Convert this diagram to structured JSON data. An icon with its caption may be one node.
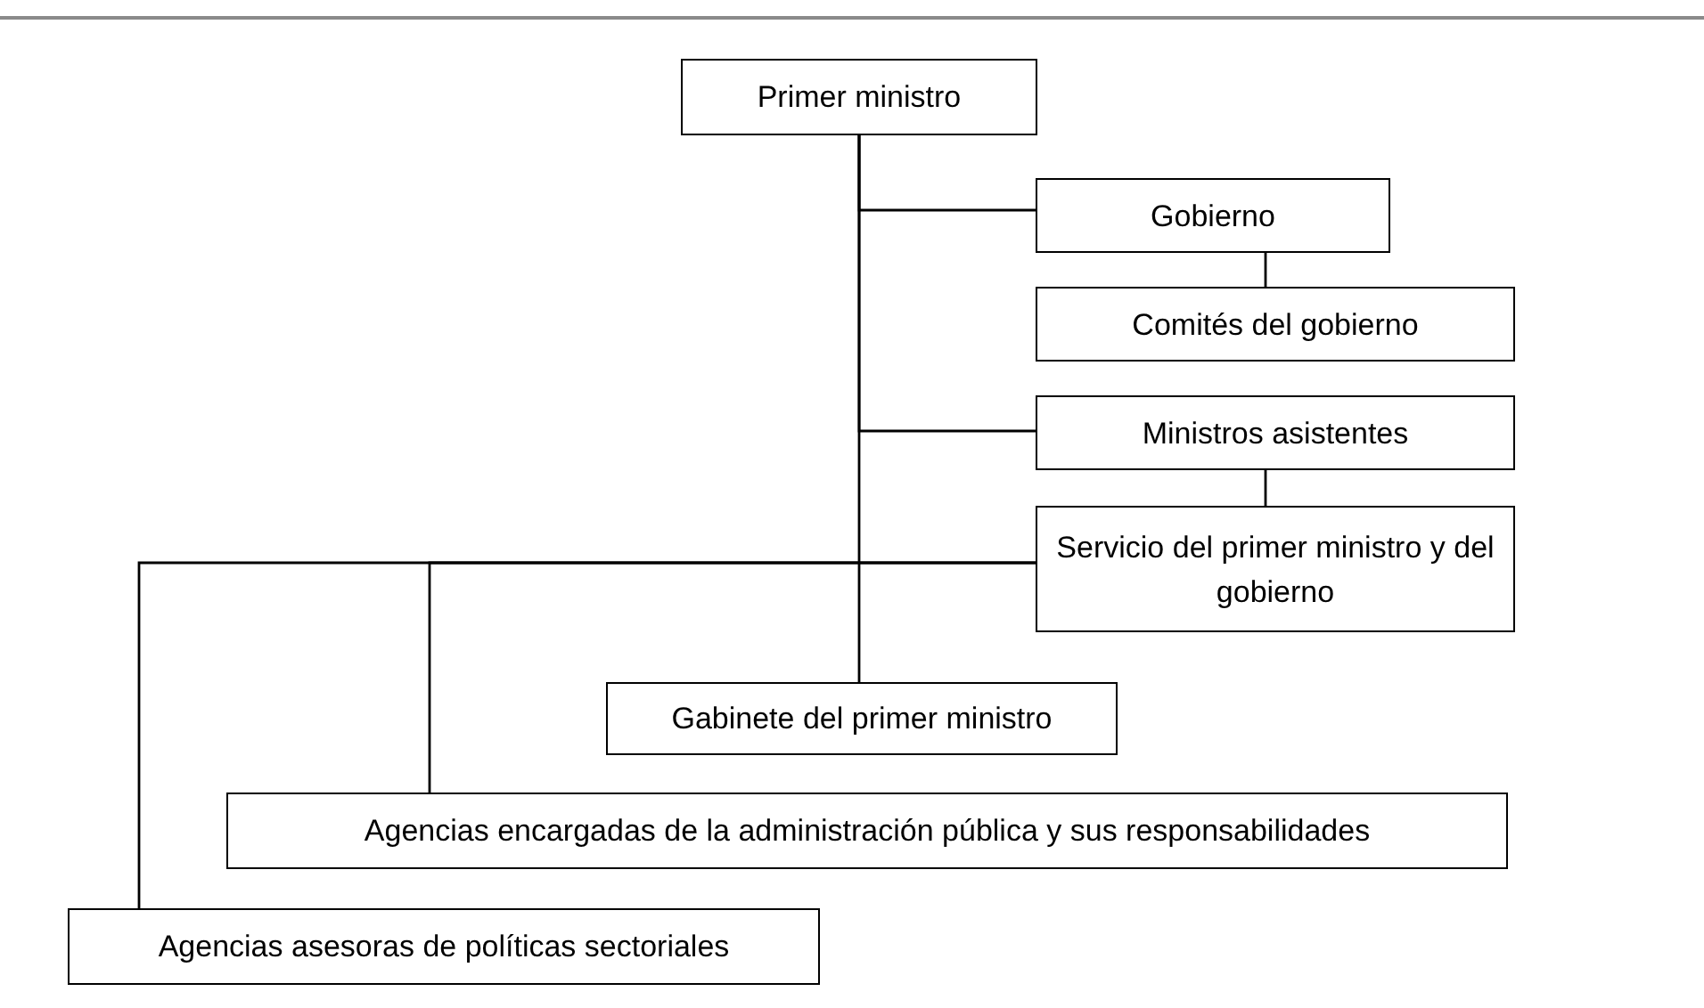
{
  "diagram": {
    "nodes": [
      {
        "text": [
          "Primer ministro"
        ]
      },
      {
        "text": [
          "Gobierno"
        ]
      },
      {
        "text": [
          "Comités del gobierno"
        ]
      },
      {
        "text": [
          "Ministros asistentes"
        ]
      },
      {
        "text": [
          "Servicio del primer ministro y del gobierno"
        ]
      },
      {
        "text": [
          "Gabinete del primer ministro"
        ]
      },
      {
        "text": [
          "Agencias encargadas de la administración pública y sus responsabilidades"
        ]
      },
      {
        "text": [
          "Agencias asesoras de políticas sectoriales"
        ]
      }
    ],
    "edges": [
      {
        "from": 0,
        "to": 1,
        "arrow": "none"
      },
      {
        "from": 1,
        "to": 2,
        "arrow": "none"
      },
      {
        "from": 0,
        "to": 3,
        "arrow": "none"
      },
      {
        "from": 3,
        "to": 4,
        "arrow": "none"
      },
      {
        "from": 0,
        "to": 5,
        "arrow": "none"
      },
      {
        "from": 4,
        "to": 6,
        "arrow": "none"
      },
      {
        "from": 4,
        "to": 7,
        "arrow": "none"
      }
    ]
  }
}
